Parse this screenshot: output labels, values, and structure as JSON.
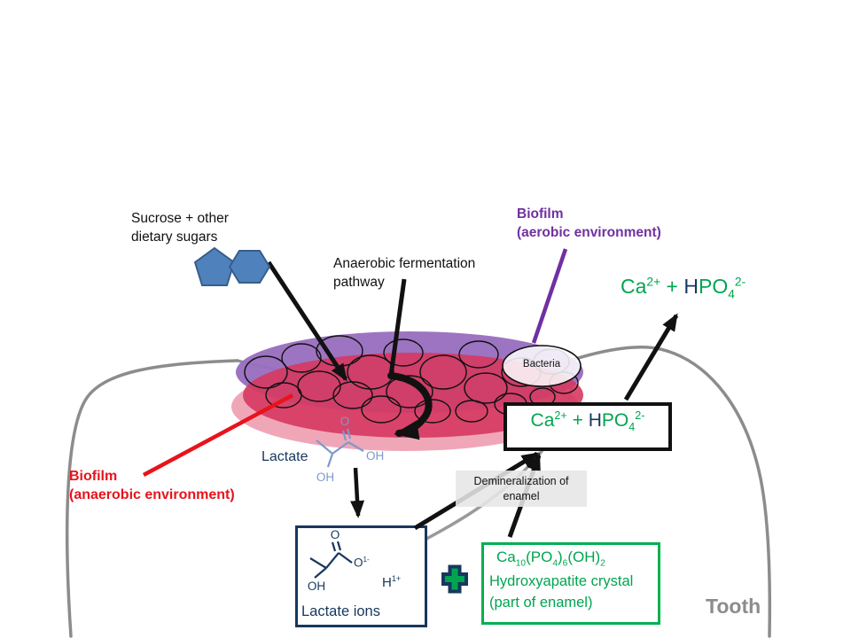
{
  "colors": {
    "green": "#00A550",
    "navy": "#17375E",
    "purple": "#7030A0",
    "red": "#E8131B",
    "tooth_gray": "#8C8C8C",
    "biofilm_purple": "#9A6FC0",
    "biofilm_red": "#D63960",
    "biofilm_fringe": "#E98AA0",
    "box_green": "#00B050",
    "sugar_blue_fill": "#4F81BD",
    "sugar_blue_stroke": "#385D8A",
    "structure_light_blue": "#7E99C9",
    "demin_bg": "#E6E6E6",
    "black": "#111111"
  },
  "labels": {
    "sucrose_line1": "Sucrose + other",
    "sucrose_line2": "dietary sugars",
    "pathway_line1": "Anaerobic fermentation",
    "pathway_line2": "pathway",
    "biofilm_aerobic_line1": "Biofilm",
    "biofilm_aerobic_line2": "(aerobic environment)",
    "biofilm_anaerobic_line1": "Biofilm",
    "biofilm_anaerobic_line2": "(anaerobic environment)",
    "lactate": "Lactate",
    "lactate_ions": "Lactate ions",
    "bacteria": "Bacteria",
    "demineralization_line1": "Demineralization of",
    "demineralization_line2": "enamel",
    "hydroxyapatite_name": "Hydroxyapatite crystal",
    "hydroxyapatite_sub": "(part of enamel)",
    "tooth": "Tooth",
    "atom_o": "O",
    "atom_oh": "OH"
  },
  "formulas": {
    "ca_hpo4": [
      {
        "t": "Ca",
        "c": "green"
      },
      {
        "t": "2+",
        "c": "green",
        "v": "sup"
      },
      {
        "t": " + ",
        "c": "green"
      },
      {
        "t": "H",
        "c": "navy"
      },
      {
        "t": "PO",
        "c": "green"
      },
      {
        "t": "4",
        "c": "green",
        "v": "sub"
      },
      {
        "t": "2-",
        "c": "green",
        "v": "sup"
      }
    ],
    "hydroxyapatite": [
      {
        "t": "Ca",
        "c": "green"
      },
      {
        "t": "10",
        "c": "green",
        "v": "sub"
      },
      {
        "t": "(PO",
        "c": "green"
      },
      {
        "t": "4",
        "c": "green",
        "v": "sub"
      },
      {
        "t": ")",
        "c": "green"
      },
      {
        "t": "6",
        "c": "green",
        "v": "sub"
      },
      {
        "t": "(OH)",
        "c": "green"
      },
      {
        "t": "2",
        "c": "green",
        "v": "sub"
      }
    ],
    "o_ion": [
      {
        "t": "O",
        "c": "navy"
      },
      {
        "t": "1-",
        "c": "navy",
        "v": "sup"
      }
    ],
    "h_ion": [
      {
        "t": "H",
        "c": "navy"
      },
      {
        "t": "1+",
        "c": "navy",
        "v": "sup"
      }
    ]
  },
  "bacteria_circles": [
    [
      300,
      420,
      24,
      18
    ],
    [
      340,
      404,
      22,
      16
    ],
    [
      383,
      396,
      26,
      17
    ],
    [
      360,
      436,
      24,
      17
    ],
    [
      418,
      420,
      26,
      19
    ],
    [
      455,
      398,
      22,
      15
    ],
    [
      462,
      442,
      26,
      18
    ],
    [
      500,
      420,
      26,
      19
    ],
    [
      540,
      400,
      22,
      15
    ],
    [
      548,
      438,
      24,
      17
    ],
    [
      588,
      420,
      22,
      16
    ],
    [
      622,
      408,
      20,
      14
    ],
    [
      636,
      432,
      16,
      12
    ],
    [
      430,
      462,
      22,
      15
    ],
    [
      488,
      464,
      20,
      13
    ],
    [
      532,
      464,
      18,
      12
    ],
    [
      576,
      456,
      18,
      12
    ],
    [
      320,
      446,
      20,
      14
    ],
    [
      398,
      446,
      22,
      15
    ],
    [
      612,
      448,
      14,
      10
    ]
  ]
}
